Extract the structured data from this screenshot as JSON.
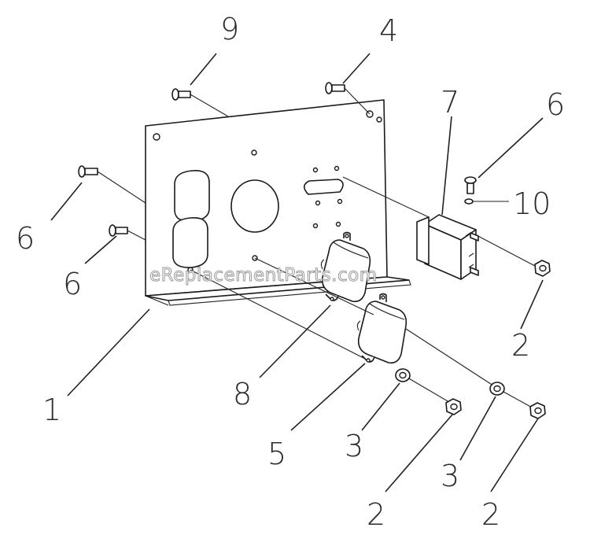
{
  "watermark": "eReplacementParts.com",
  "callouts": {
    "c9": "9",
    "c4": "4",
    "c7": "7",
    "c6_top": "6",
    "c10": "10",
    "c6_left": "6",
    "c6_mid": "6",
    "c2_right": "2",
    "c1": "1",
    "c8": "8",
    "c5": "5",
    "c3_left": "3",
    "c3_right": "3",
    "c2_bottom_left": "2",
    "c2_bottom_right": "2"
  }
}
